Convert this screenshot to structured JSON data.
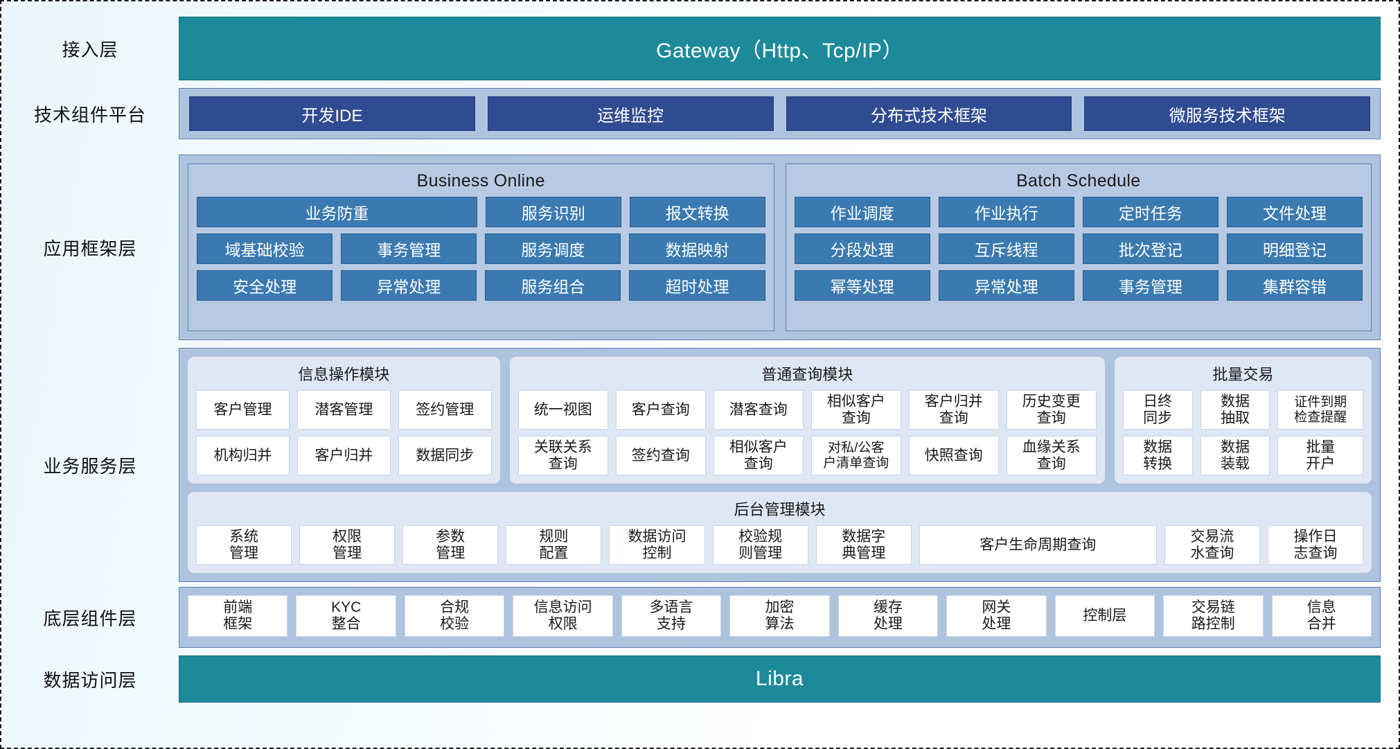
{
  "colors": {
    "teal": "#1d8a9b",
    "navy": "#2f4b91",
    "steel": "#3a7ab0",
    "band": "#aec3dd",
    "card": "#dfe6f4",
    "white": "#ffffff"
  },
  "layers": [
    {
      "label": "接入层"
    },
    {
      "label": "技术组件平台"
    },
    {
      "label": "应用框架层"
    },
    {
      "label": "业务服务层"
    },
    {
      "label": "底层组件层"
    },
    {
      "label": "数据访问层"
    }
  ],
  "access_layer": {
    "label": "接入层",
    "bar": "Gateway（Http、Tcp/IP）"
  },
  "tech_platform": {
    "label": "技术组件平台",
    "chips": [
      "开发IDE",
      "运维监控",
      "分布式技术框架",
      "微服务技术框架"
    ]
  },
  "app_framework": {
    "label": "应用框架层",
    "groups": [
      {
        "title": "Business Online",
        "rows": [
          [
            "业务防重",
            "服务识别",
            "报文转换"
          ],
          [
            "域基础校验",
            "事务管理",
            "服务调度",
            "数据映射"
          ],
          [
            "安全处理",
            "异常处理",
            "服务组合",
            "超时处理"
          ]
        ]
      },
      {
        "title": "Batch Schedule",
        "rows": [
          [
            "作业调度",
            "作业执行",
            "定时任务",
            "文件处理"
          ],
          [
            "分段处理",
            "互斥线程",
            "批次登记",
            "明细登记"
          ],
          [
            "幂等处理",
            "异常处理",
            "事务管理",
            "集群容错"
          ]
        ]
      }
    ]
  },
  "business_service": {
    "label": "业务服务层",
    "cards": [
      {
        "title": "信息操作模块",
        "rows": [
          [
            "客户管理",
            "潜客管理",
            "签约管理"
          ],
          [
            "机构归并",
            "客户归并",
            "数据同步"
          ]
        ]
      },
      {
        "title": "普通查询模块",
        "rows": [
          [
            "统一视图",
            "客户查询",
            "潜客查询",
            "相似客户\n查询",
            "客户归并\n查询",
            "历史变更\n查询"
          ],
          [
            "关联关系\n查询",
            "签约查询",
            "相似客户\n查询",
            "对私/公客\n户清单查询",
            "快照查询",
            "血缘关系\n查询"
          ]
        ]
      },
      {
        "title": "批量交易",
        "rows": [
          [
            "日终\n同步",
            "数据\n抽取",
            "证件到期\n检查提醒"
          ],
          [
            "数据\n转换",
            "数据\n装载",
            "批量\n开户"
          ]
        ]
      }
    ],
    "admin_card": {
      "title": "后台管理模块",
      "items": [
        "系统\n管理",
        "权限\n管理",
        "参数\n管理",
        "规则\n配置",
        "数据访问\n控制",
        "校验规\n则管理",
        "数据字\n典管理",
        "客户生命周期查询",
        "交易流\n水查询",
        "操作日\n志查询"
      ]
    }
  },
  "component_layer": {
    "label": "底层组件层",
    "items": [
      "前端\n框架",
      "KYC\n整合",
      "合规\n校验",
      "信息访问\n权限",
      "多语言\n支持",
      "加密\n算法",
      "缓存\n处理",
      "网关\n处理",
      "控制层",
      "交易链\n路控制",
      "信息\n合并"
    ]
  },
  "data_layer": {
    "label": "数据访问层",
    "bar": "Libra"
  }
}
